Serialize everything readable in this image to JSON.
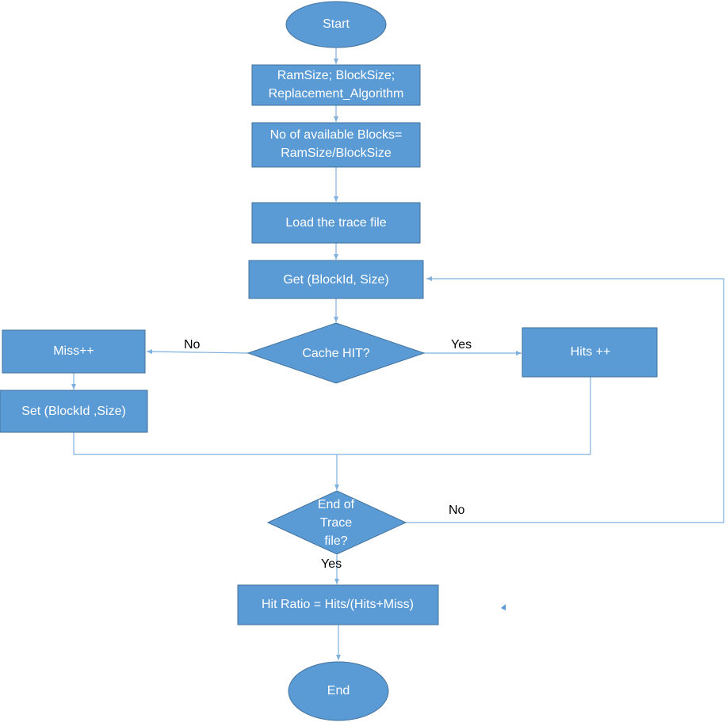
{
  "nodes": {
    "start": [
      "Start"
    ],
    "params": [
      "RamSize; BlockSize;",
      "Replacement_Algorithm"
    ],
    "blocks": [
      "No of available Blocks=",
      "RamSize/BlockSize"
    ],
    "load": [
      "Load the trace file"
    ],
    "get": [
      "Get (BlockId, Size)"
    ],
    "cache_hit": [
      "Cache HIT?"
    ],
    "miss": [
      "Miss++"
    ],
    "hits": [
      "Hits ++"
    ],
    "set": [
      "Set (BlockId ,Size)"
    ],
    "end_of_trace": [
      "End of",
      "Trace",
      "file?"
    ],
    "ratio": [
      "Hit Ratio = Hits/(Hits+Miss)"
    ],
    "end": [
      "End"
    ]
  },
  "edge_labels": {
    "cache_no": "No",
    "cache_yes": "Yes",
    "trace_no": "No",
    "trace_yes": "Yes"
  },
  "colors": {
    "shape_fill": "#5b9bd5",
    "shape_border": "#41719c",
    "connector": "#7fb0de",
    "shape_text": "#ffffff",
    "label_text": "#000000"
  }
}
